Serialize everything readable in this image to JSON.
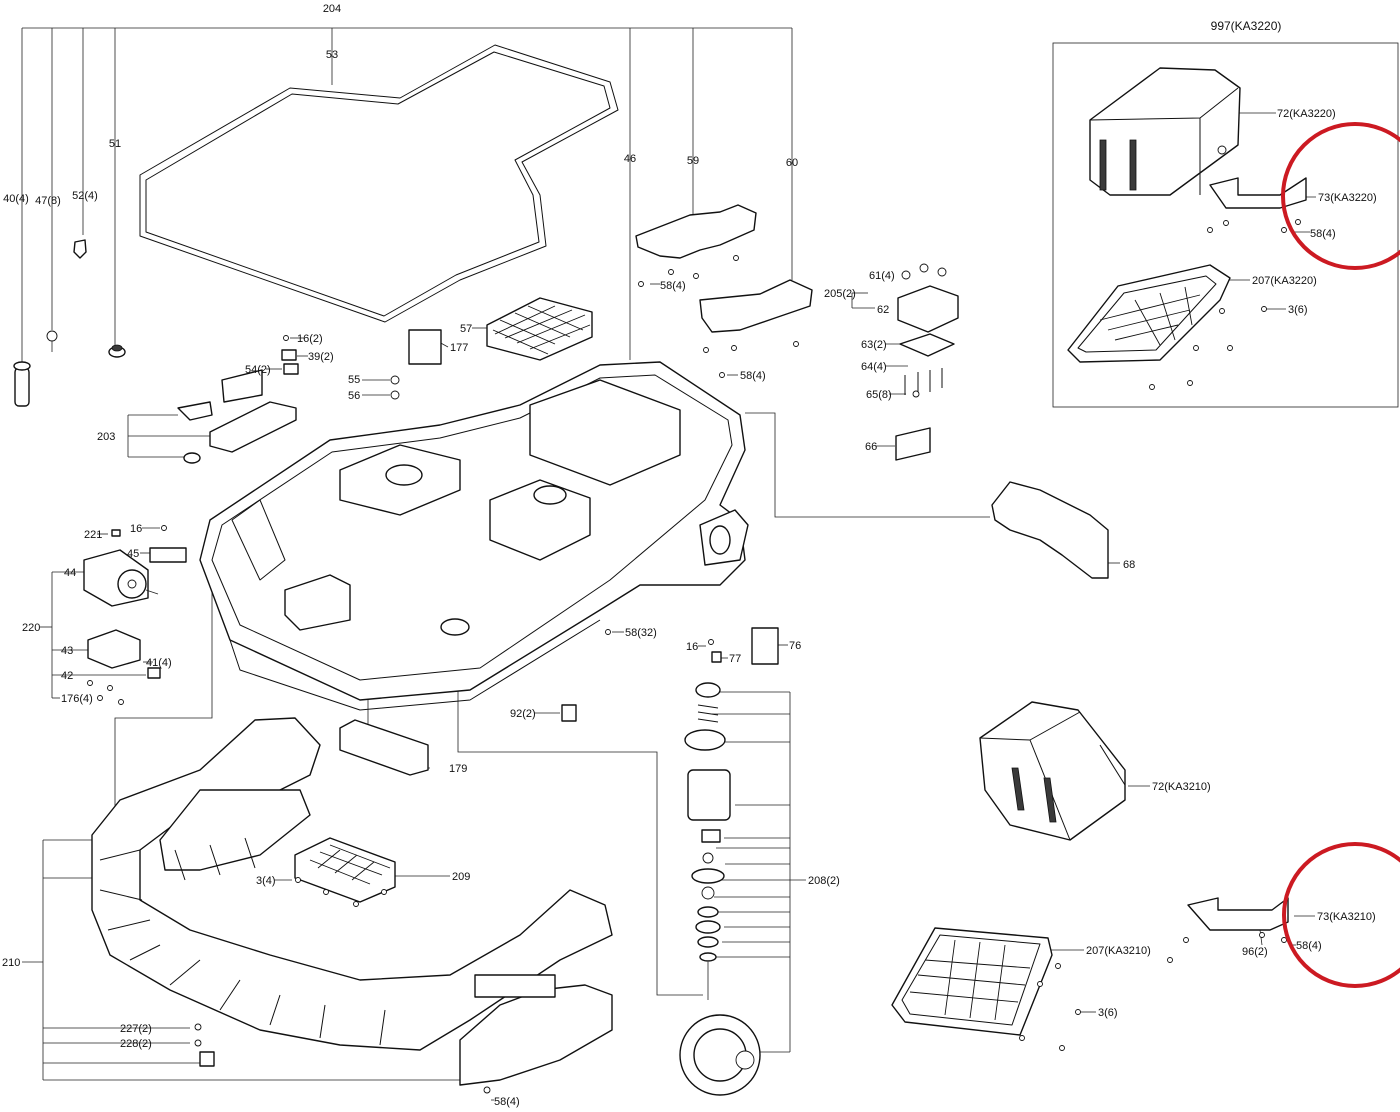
{
  "group_title": "997(KA3220)",
  "labels": {
    "p204": "204",
    "p53": "53",
    "p51": "51",
    "p46": "46",
    "p59": "59",
    "p60": "60",
    "p40": "40(4)",
    "p47": "47(8)",
    "p52": "52(4)",
    "p16a": "16(2)",
    "p39": "39(2)",
    "p54": "54(2)",
    "p55": "55",
    "p56": "56",
    "p57": "57",
    "p177": "177",
    "p203": "203",
    "p58a": "58(4)",
    "p58b": "58(4)",
    "p58c": "58(32)",
    "p58d": "58(4)",
    "p58e": "58(4)",
    "p58f": "58(4)",
    "p205": "205(2)",
    "p61": "61(4)",
    "p62": "62",
    "p63": "63(2)",
    "p64": "64(4)",
    "p65": "65(8)",
    "p66": "66",
    "p68": "68",
    "p221": "221",
    "p16b": "16",
    "p45": "45",
    "p44": "44",
    "p220": "220",
    "p43": "43",
    "p41": "41(4)",
    "p42": "42",
    "p176": "176(4)",
    "p16c": "16",
    "p77": "77",
    "p76": "76",
    "p92": "92(2)",
    "p179": "179",
    "p3a": "3(4)",
    "p209": "209",
    "p210": "210",
    "p227": "227(2)",
    "p228": "228(2)",
    "p208": "208(2)",
    "p72a": "72(KA3220)",
    "p73a": "73(KA3220)",
    "p207a": "207(KA3220)",
    "p3b": "3(6)",
    "p72b": "72(KA3210)",
    "p73b": "73(KA3210)",
    "p96": "96(2)",
    "p207b": "207(KA3210)",
    "p3c": "3(6)"
  },
  "marks": {
    "highlight_color": "#cc1a22",
    "line_color": "#111111"
  }
}
